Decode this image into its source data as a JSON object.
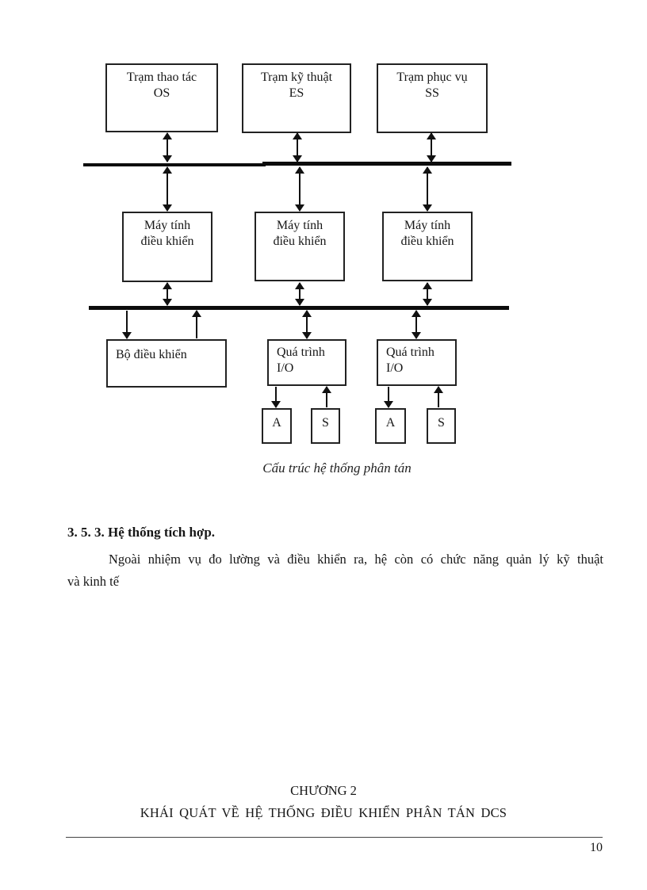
{
  "diagram": {
    "top_row": [
      {
        "line1": "Trạm thao tác",
        "line2": "OS"
      },
      {
        "line1": "Trạm kỹ thuật",
        "line2": "ES"
      },
      {
        "line1": "Trạm phục vụ",
        "line2": "SS"
      }
    ],
    "middle_row": [
      {
        "line1": "Máy tính",
        "line2": "điều khiển"
      },
      {
        "line1": "Máy tính",
        "line2": "điều khiển"
      },
      {
        "line1": "Máy tính",
        "line2": "điều khiển"
      }
    ],
    "controller_label": "Bộ điều khiển",
    "io_boxes": [
      {
        "line1": "Quá trình",
        "line2": "I/O"
      },
      {
        "line1": "Quá trình",
        "line2": "I/O"
      }
    ],
    "as_labels": [
      "A",
      "S",
      "A",
      "S"
    ],
    "caption": "Cấu trúc hệ thống phân tán"
  },
  "section": {
    "heading": "3. 5. 3. Hệ thống tích hợp.",
    "body_line1": "Ngoài nhiệm vụ đo lường và điều khiển ra, hệ còn có chức năng quản lý kỹ thuật",
    "body_line2": "và kinh tế"
  },
  "chapter": {
    "title": "CHƯƠNG 2",
    "subtitle": "KHÁI QUÁT VỀ HỆ THỐNG ĐIỀU KHIỂN PHÂN TÁN DCS"
  },
  "footer": {
    "page_number": "10"
  },
  "colors": {
    "ink": "#161616",
    "line": "#0c0c0c"
  }
}
